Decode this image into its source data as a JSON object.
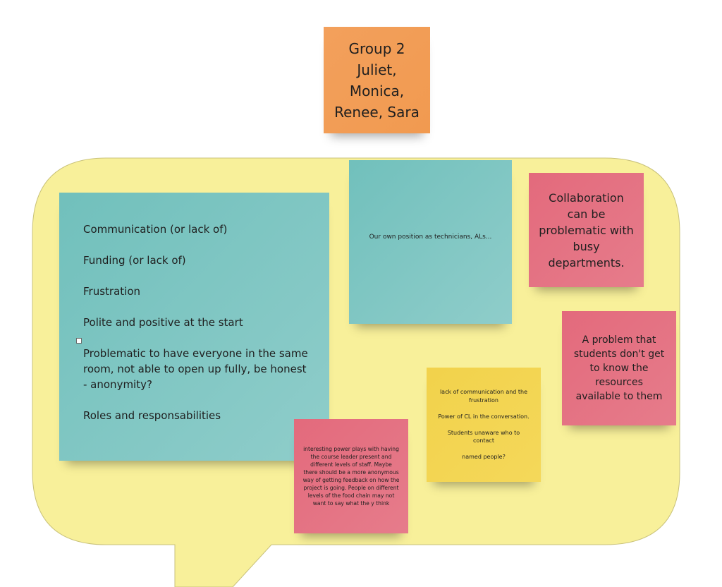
{
  "board": {
    "colors": {
      "bubble_fill": "#f8f09a",
      "bubble_stroke": "#c9c27a",
      "orange": "#f19a50",
      "teal": "#7ec5c1",
      "pink": "#e4717f",
      "yellow": "#f3d44e"
    }
  },
  "notes": {
    "title": "Group 2\nJuliet,\nMonica,\nRenee, Sara",
    "main": {
      "line1": "Communication (or lack of)",
      "line2": "Funding (or lack of)",
      "line3": "Frustration",
      "line4": "Polite and positive at the start",
      "line5": "Problematic to have everyone in the same room, not able to open up fully, be honest - anonymity?",
      "line6": "Roles and responsabilities"
    },
    "position": "Our own position as technicians, ALs...",
    "collaboration": "Collaboration can be problematic with busy departments.",
    "problem": "A problem that students don't get to know the resources available to them",
    "yellow": "lack of communication and the frustration\n\nPower of CL in the conversation.\n\nStudents unaware who to contact\n\nnamed people?",
    "power": "interesting power plays with having the course leader present and different levels of staff. Maybe there should be a more anonymous way of getting feedback on how the project is going. People on different levels of the food chain may not want to say what the y think"
  }
}
